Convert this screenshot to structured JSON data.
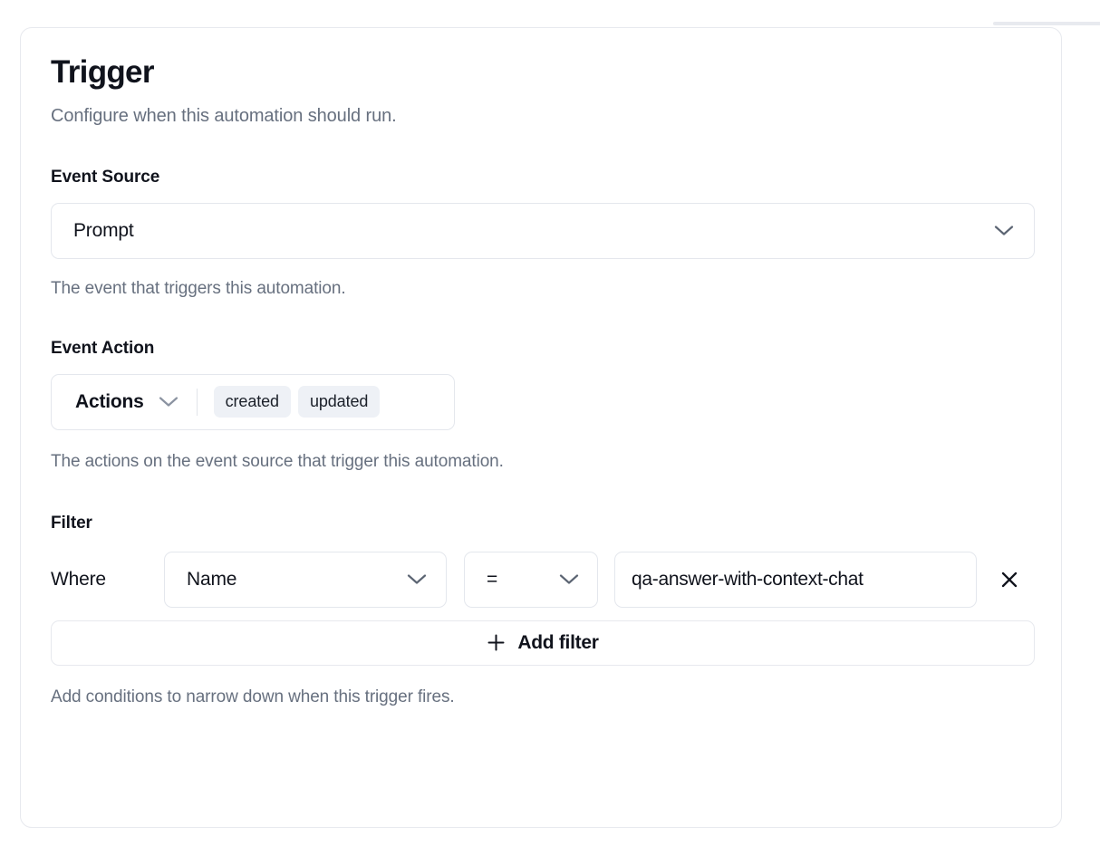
{
  "card": {
    "title": "Trigger",
    "subtitle": "Configure when this automation should run."
  },
  "event_source": {
    "label": "Event Source",
    "selected": "Prompt",
    "helper": "The event that triggers this automation.",
    "chevron_icon": "chevron-down-icon"
  },
  "event_action": {
    "label": "Event Action",
    "dropdown_label": "Actions",
    "badges": [
      "created",
      "updated"
    ],
    "helper": "The actions on the event source that trigger this automation.",
    "chevron_icon": "chevron-down-icon"
  },
  "filter": {
    "label": "Filter",
    "where_label": "Where",
    "field": "Name",
    "operator": "=",
    "value": "qa-answer-with-context-chat",
    "remove_icon": "close-icon",
    "add_filter_label": "Add filter",
    "add_filter_icon": "plus-icon",
    "helper": "Add conditions to narrow down when this trigger fires."
  },
  "colors": {
    "text_primary": "#10131c",
    "text_muted": "#67707f",
    "border": "#e4e7ed",
    "badge_bg": "#eef1f6",
    "icon": "#5c6573"
  }
}
